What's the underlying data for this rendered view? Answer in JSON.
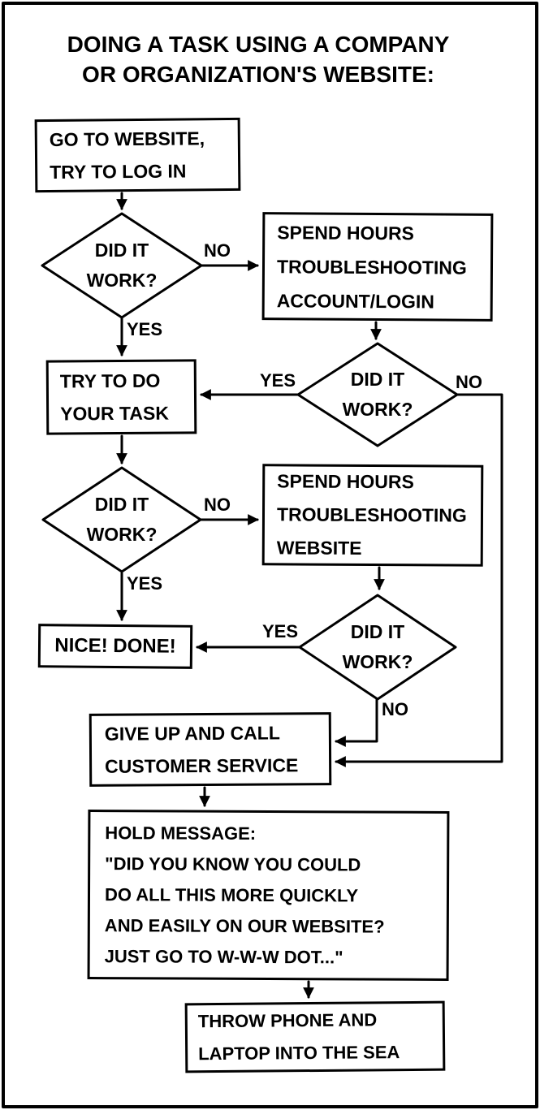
{
  "comic": {
    "title": "DOING A TASK USING A COMPANY\nOR ORGANIZATION'S WEBSITE:",
    "colors": {
      "ink": "#000000",
      "paper": "#ffffff"
    }
  },
  "flow": {
    "nodes": {
      "go_to_website": {
        "type": "process",
        "label": "GO TO WEBSITE,\nTRY TO LOG IN"
      },
      "did_it_work_1": {
        "type": "decision",
        "label": "DID IT\nWORK?"
      },
      "troubleshoot_login": {
        "type": "process",
        "label": "SPEND HOURS\nTROUBLESHOOTING\nACCOUNT/LOGIN"
      },
      "did_it_work_2": {
        "type": "decision",
        "label": "DID IT\nWORK?"
      },
      "try_task": {
        "type": "process",
        "label": "TRY TO DO\nYOUR TASK"
      },
      "did_it_work_3": {
        "type": "decision",
        "label": "DID IT\nWORK?"
      },
      "troubleshoot_website": {
        "type": "process",
        "label": "SPEND HOURS\nTROUBLESHOOTING\nWEBSITE"
      },
      "did_it_work_4": {
        "type": "decision",
        "label": "DID IT\nWORK?"
      },
      "done": {
        "type": "process",
        "label": "NICE! DONE!"
      },
      "give_up": {
        "type": "process",
        "label": "GIVE UP AND CALL\nCUSTOMER SERVICE"
      },
      "hold_message": {
        "type": "process",
        "label": "HOLD MESSAGE:\n\"DID YOU KNOW YOU COULD\nDO ALL THIS MORE QUICKLY\nAND EASILY ON OUR WEBSITE?\nJUST GO TO W-W-W DOT...\""
      },
      "throw_devices": {
        "type": "process",
        "label": "THROW PHONE AND\nLAPTOP INTO THE SEA"
      }
    },
    "edges": [
      {
        "from": "go_to_website",
        "to": "did_it_work_1",
        "label": ""
      },
      {
        "from": "did_it_work_1",
        "to": "troubleshoot_login",
        "label": "NO"
      },
      {
        "from": "did_it_work_1",
        "to": "try_task",
        "label": "YES"
      },
      {
        "from": "troubleshoot_login",
        "to": "did_it_work_2",
        "label": ""
      },
      {
        "from": "did_it_work_2",
        "to": "try_task",
        "label": "YES"
      },
      {
        "from": "did_it_work_2",
        "to": "give_up",
        "label": "NO"
      },
      {
        "from": "try_task",
        "to": "did_it_work_3",
        "label": ""
      },
      {
        "from": "did_it_work_3",
        "to": "troubleshoot_website",
        "label": "NO"
      },
      {
        "from": "did_it_work_3",
        "to": "done",
        "label": "YES"
      },
      {
        "from": "troubleshoot_website",
        "to": "did_it_work_4",
        "label": ""
      },
      {
        "from": "did_it_work_4",
        "to": "done",
        "label": "YES"
      },
      {
        "from": "did_it_work_4",
        "to": "give_up",
        "label": "NO"
      },
      {
        "from": "give_up",
        "to": "hold_message",
        "label": ""
      },
      {
        "from": "hold_message",
        "to": "throw_devices",
        "label": ""
      }
    ]
  }
}
